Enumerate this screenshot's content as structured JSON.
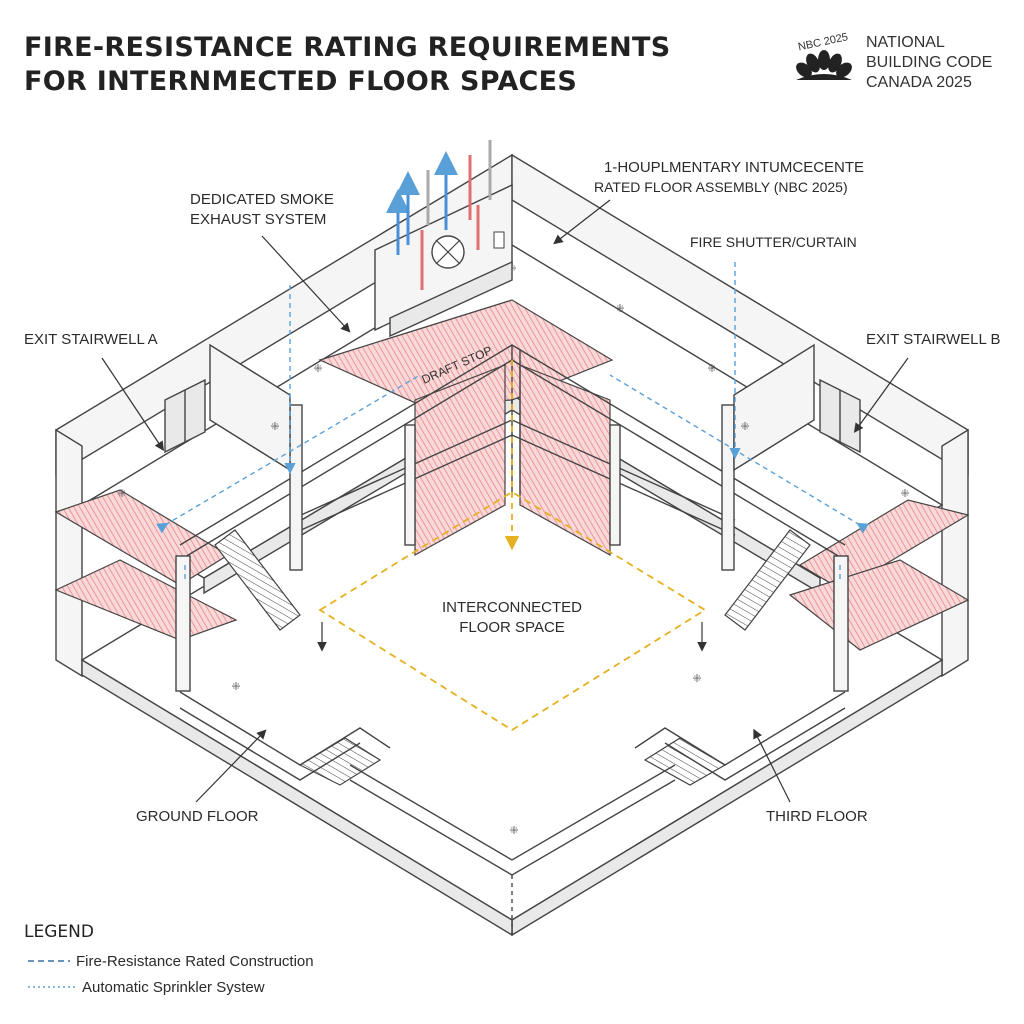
{
  "title": {
    "line1": "FIRE-RESISTANCE RATING REQUIREMENTS",
    "line2": "FOR INTERNMECTED FLOOR SPACES"
  },
  "logo": {
    "badge": "NBC 2025",
    "line1": "NATIONAL",
    "line2": "BUILDING CODE",
    "line3": "CANADA 2025"
  },
  "callouts": {
    "smoke_exhaust_1": "DEDICATED SMOKE",
    "smoke_exhaust_2": "EXHAUST SYSTEM",
    "rated_floor_1": "1-HOUPLMENTARY INTUMCECENTE",
    "rated_floor_2": "RATED FLOOR ASSEMBLY (NBC 2025)",
    "fire_shutter": "FIRE SHUTTER/CURTAIN",
    "exit_a": "EXIT STAIRWELL A",
    "exit_b": "EXIT STAIRWELL B",
    "draft_stop": "DRAFT STOP",
    "interconnected_1": "INTERCONNECTED",
    "interconnected_2": "FLOOR SPACE",
    "ground_floor": "GROUND FLOOR",
    "third_floor": "THIRD FLOOR"
  },
  "legend": {
    "title": "LEGEND",
    "items": [
      {
        "label": "Fire-Resistance Rated Construction",
        "color": "#3b6fa8"
      },
      {
        "label": "Automatic Sprinkler Systew",
        "color": "#5aa0d8"
      }
    ]
  },
  "colors": {
    "rated_hatch": "#e8888a",
    "sprinkler": "#5aa0d8",
    "interconnected_outline": "#e6b020",
    "airflow_up": "#4a90d9",
    "airflow_hot": "#e07070",
    "airflow_neutral": "#aaaaaa"
  },
  "icons": [
    "sprinkler-head-icon",
    "door-icon",
    "exhaust-fan-icon",
    "stair-icon",
    "arrow-down-icon"
  ]
}
